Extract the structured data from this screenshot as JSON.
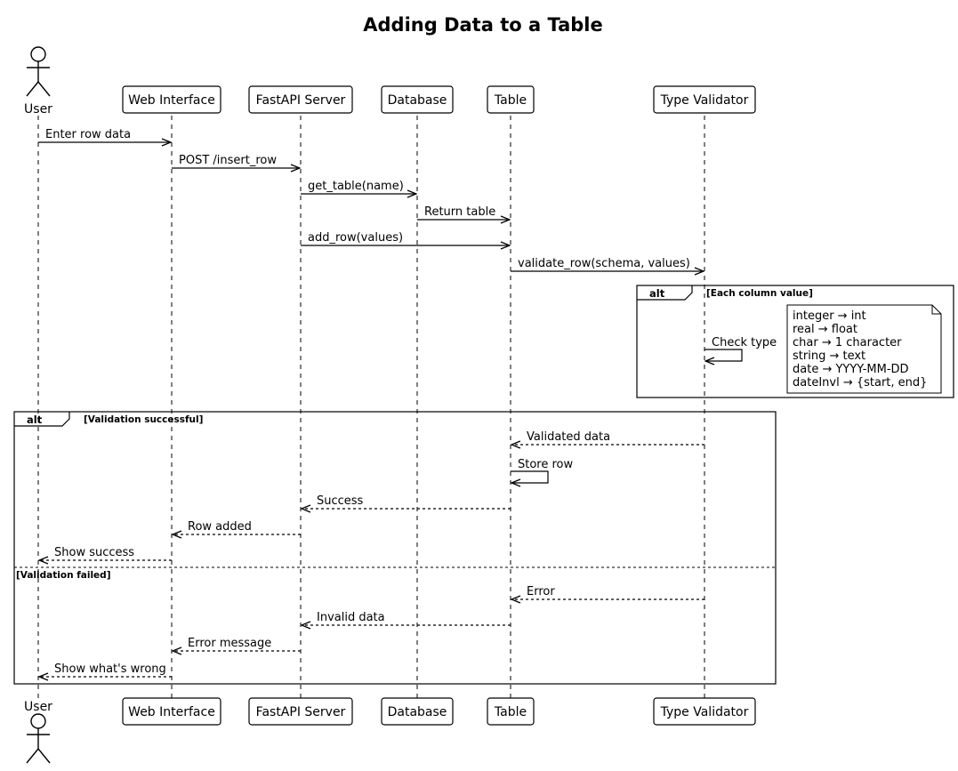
{
  "title": "Adding Data to a Table",
  "participants": [
    {
      "id": "user",
      "label": "User",
      "kind": "actor"
    },
    {
      "id": "web",
      "label": "Web Interface",
      "kind": "box"
    },
    {
      "id": "api",
      "label": "FastAPI Server",
      "kind": "box"
    },
    {
      "id": "db",
      "label": "Database",
      "kind": "box"
    },
    {
      "id": "table",
      "label": "Table",
      "kind": "box"
    },
    {
      "id": "validator",
      "label": "Type Validator",
      "kind": "box"
    }
  ],
  "messages": [
    {
      "from": "user",
      "to": "web",
      "label": "Enter row data",
      "style": "solid"
    },
    {
      "from": "web",
      "to": "api",
      "label": "POST /insert_row",
      "style": "solid"
    },
    {
      "from": "api",
      "to": "db",
      "label": "get_table(name)",
      "style": "solid"
    },
    {
      "from": "db",
      "to": "table",
      "label": "Return table",
      "style": "solid"
    },
    {
      "from": "api",
      "to": "table",
      "label": "add_row(values)",
      "style": "solid"
    },
    {
      "from": "table",
      "to": "validator",
      "label": "validate_row(schema, values)",
      "style": "solid"
    },
    {
      "from": "validator",
      "to": "validator",
      "label": "Check type",
      "style": "solid"
    },
    {
      "from": "validator",
      "to": "table",
      "label": "Validated data",
      "style": "dashed"
    },
    {
      "from": "table",
      "to": "table",
      "label": "Store row",
      "style": "solid"
    },
    {
      "from": "table",
      "to": "api",
      "label": "Success",
      "style": "dashed"
    },
    {
      "from": "api",
      "to": "web",
      "label": "Row added",
      "style": "dashed"
    },
    {
      "from": "web",
      "to": "user",
      "label": "Show success",
      "style": "dashed"
    },
    {
      "from": "validator",
      "to": "table",
      "label": "Error",
      "style": "dashed"
    },
    {
      "from": "table",
      "to": "api",
      "label": "Invalid data",
      "style": "dashed"
    },
    {
      "from": "api",
      "to": "web",
      "label": "Error message",
      "style": "dashed"
    },
    {
      "from": "web",
      "to": "user",
      "label": "Show what's wrong",
      "style": "dashed"
    }
  ],
  "fragments": [
    {
      "operator": "alt",
      "guards": [
        "[Each column value]"
      ]
    },
    {
      "operator": "alt",
      "guards": [
        "[Validation successful]",
        "[Validation failed]"
      ]
    }
  ],
  "note": {
    "lines": [
      "integer → int",
      "real → float",
      "char → 1 character",
      "string → text",
      "date → YYYY-MM-DD",
      "dateInvl → {start, end}"
    ]
  }
}
